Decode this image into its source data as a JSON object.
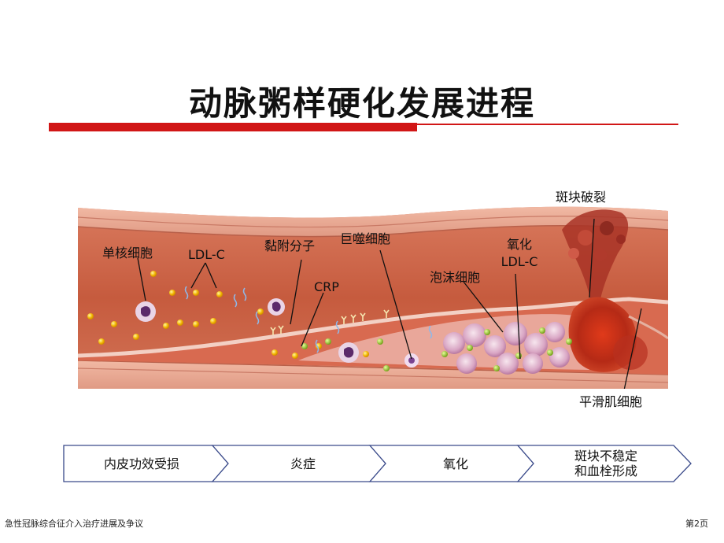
{
  "title": "动脉粥样硬化发展进程",
  "labels": {
    "monocyte": "单核细胞",
    "ldl": "LDL-C",
    "adhesion": "黏附分子",
    "crp": "CRP",
    "macrophage": "巨噬细胞",
    "oxidized_1": "氧化",
    "oxidized_2": "LDL-C",
    "foam": "泡沫细胞",
    "rupture": "斑块破裂",
    "smooth_muscle": "平滑肌细胞"
  },
  "flow": {
    "step1": "内皮功效受损",
    "step2": "炎症",
    "step3": "氧化",
    "step4_line1": "斑块不稳定",
    "step4_line2": "和血栓形成"
  },
  "footer": {
    "left": "急性冠脉综合征介入治疗进展及争议",
    "right": "第2页"
  },
  "colors": {
    "accent": "#d11616",
    "vessel_wall": "#e8a08a",
    "lumen": "#c85a3c",
    "plaque": "#f2c8c0"
  }
}
